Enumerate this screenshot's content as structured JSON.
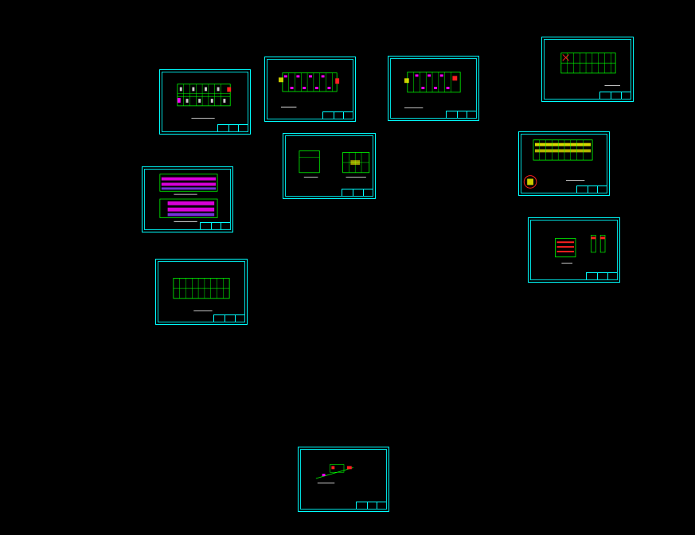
{
  "canvas": {
    "background": "#000000",
    "frame_color": "#00ffff"
  },
  "sheets": [
    {
      "id": "sheet-floor-plan-a",
      "kind": "floor-plan"
    },
    {
      "id": "sheet-floor-plan-b",
      "kind": "floor-plan-red"
    },
    {
      "id": "sheet-floor-plan-c",
      "kind": "floor-plan-red"
    },
    {
      "id": "sheet-roof-plan",
      "kind": "roof-plan"
    },
    {
      "id": "sheet-elevations",
      "kind": "elevations"
    },
    {
      "id": "sheet-details",
      "kind": "details"
    },
    {
      "id": "sheet-front-elevation",
      "kind": "elevation-detail"
    },
    {
      "id": "sheet-grid-plan",
      "kind": "grid-plan"
    },
    {
      "id": "sheet-stair-detail",
      "kind": "stair-detail"
    },
    {
      "id": "sheet-section",
      "kind": "section"
    }
  ],
  "colors": {
    "line": "#00ff00",
    "accent_red": "#ff2020",
    "accent_magenta": "#ff00ff",
    "accent_yellow": "#ffff00",
    "text": "#ffffff"
  }
}
